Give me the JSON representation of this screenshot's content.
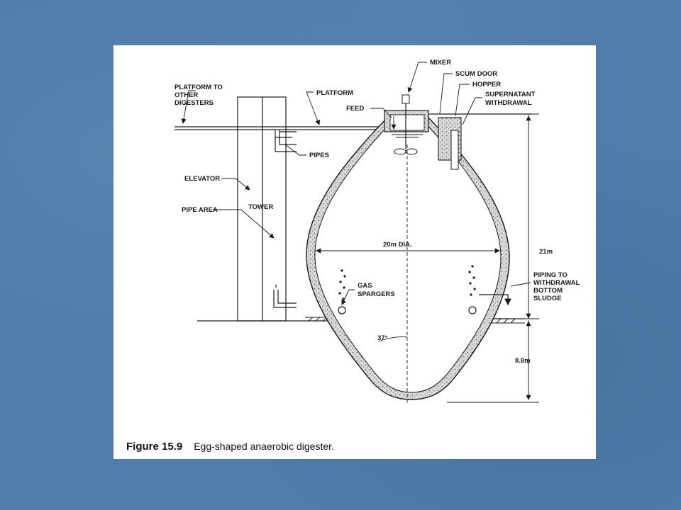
{
  "diagram": {
    "labels": {
      "mixer": "MIXER",
      "scum_door": "SCUM DOOR",
      "hopper": "HOPPER",
      "supernatant_1": "SUPERNATANT",
      "supernatant_2": "WITHDRAWAL",
      "platform": "PLATFORM",
      "platform_other_1": "PLATFORM TO",
      "platform_other_2": "OTHER",
      "platform_other_3": "DIGESTERS",
      "feed": "FEED",
      "pipes": "PIPES",
      "elevator": "ELEVATOR",
      "tower": "TOWER",
      "pipe_area": "PIPE AREA",
      "diameter": "20m  DIA.",
      "height_total": "21m",
      "piping_1": "PIPING TO",
      "piping_2": "WITHDRAWAL",
      "piping_3": "BOTTOM",
      "piping_4": "SLUDGE",
      "gas_1": "GAS",
      "gas_2": "SPARGERS",
      "angle": "37°",
      "height_bottom": "8.8m"
    }
  },
  "caption": {
    "number": "Figure 15.9",
    "text": "Egg-shaped anaerobic digester."
  }
}
